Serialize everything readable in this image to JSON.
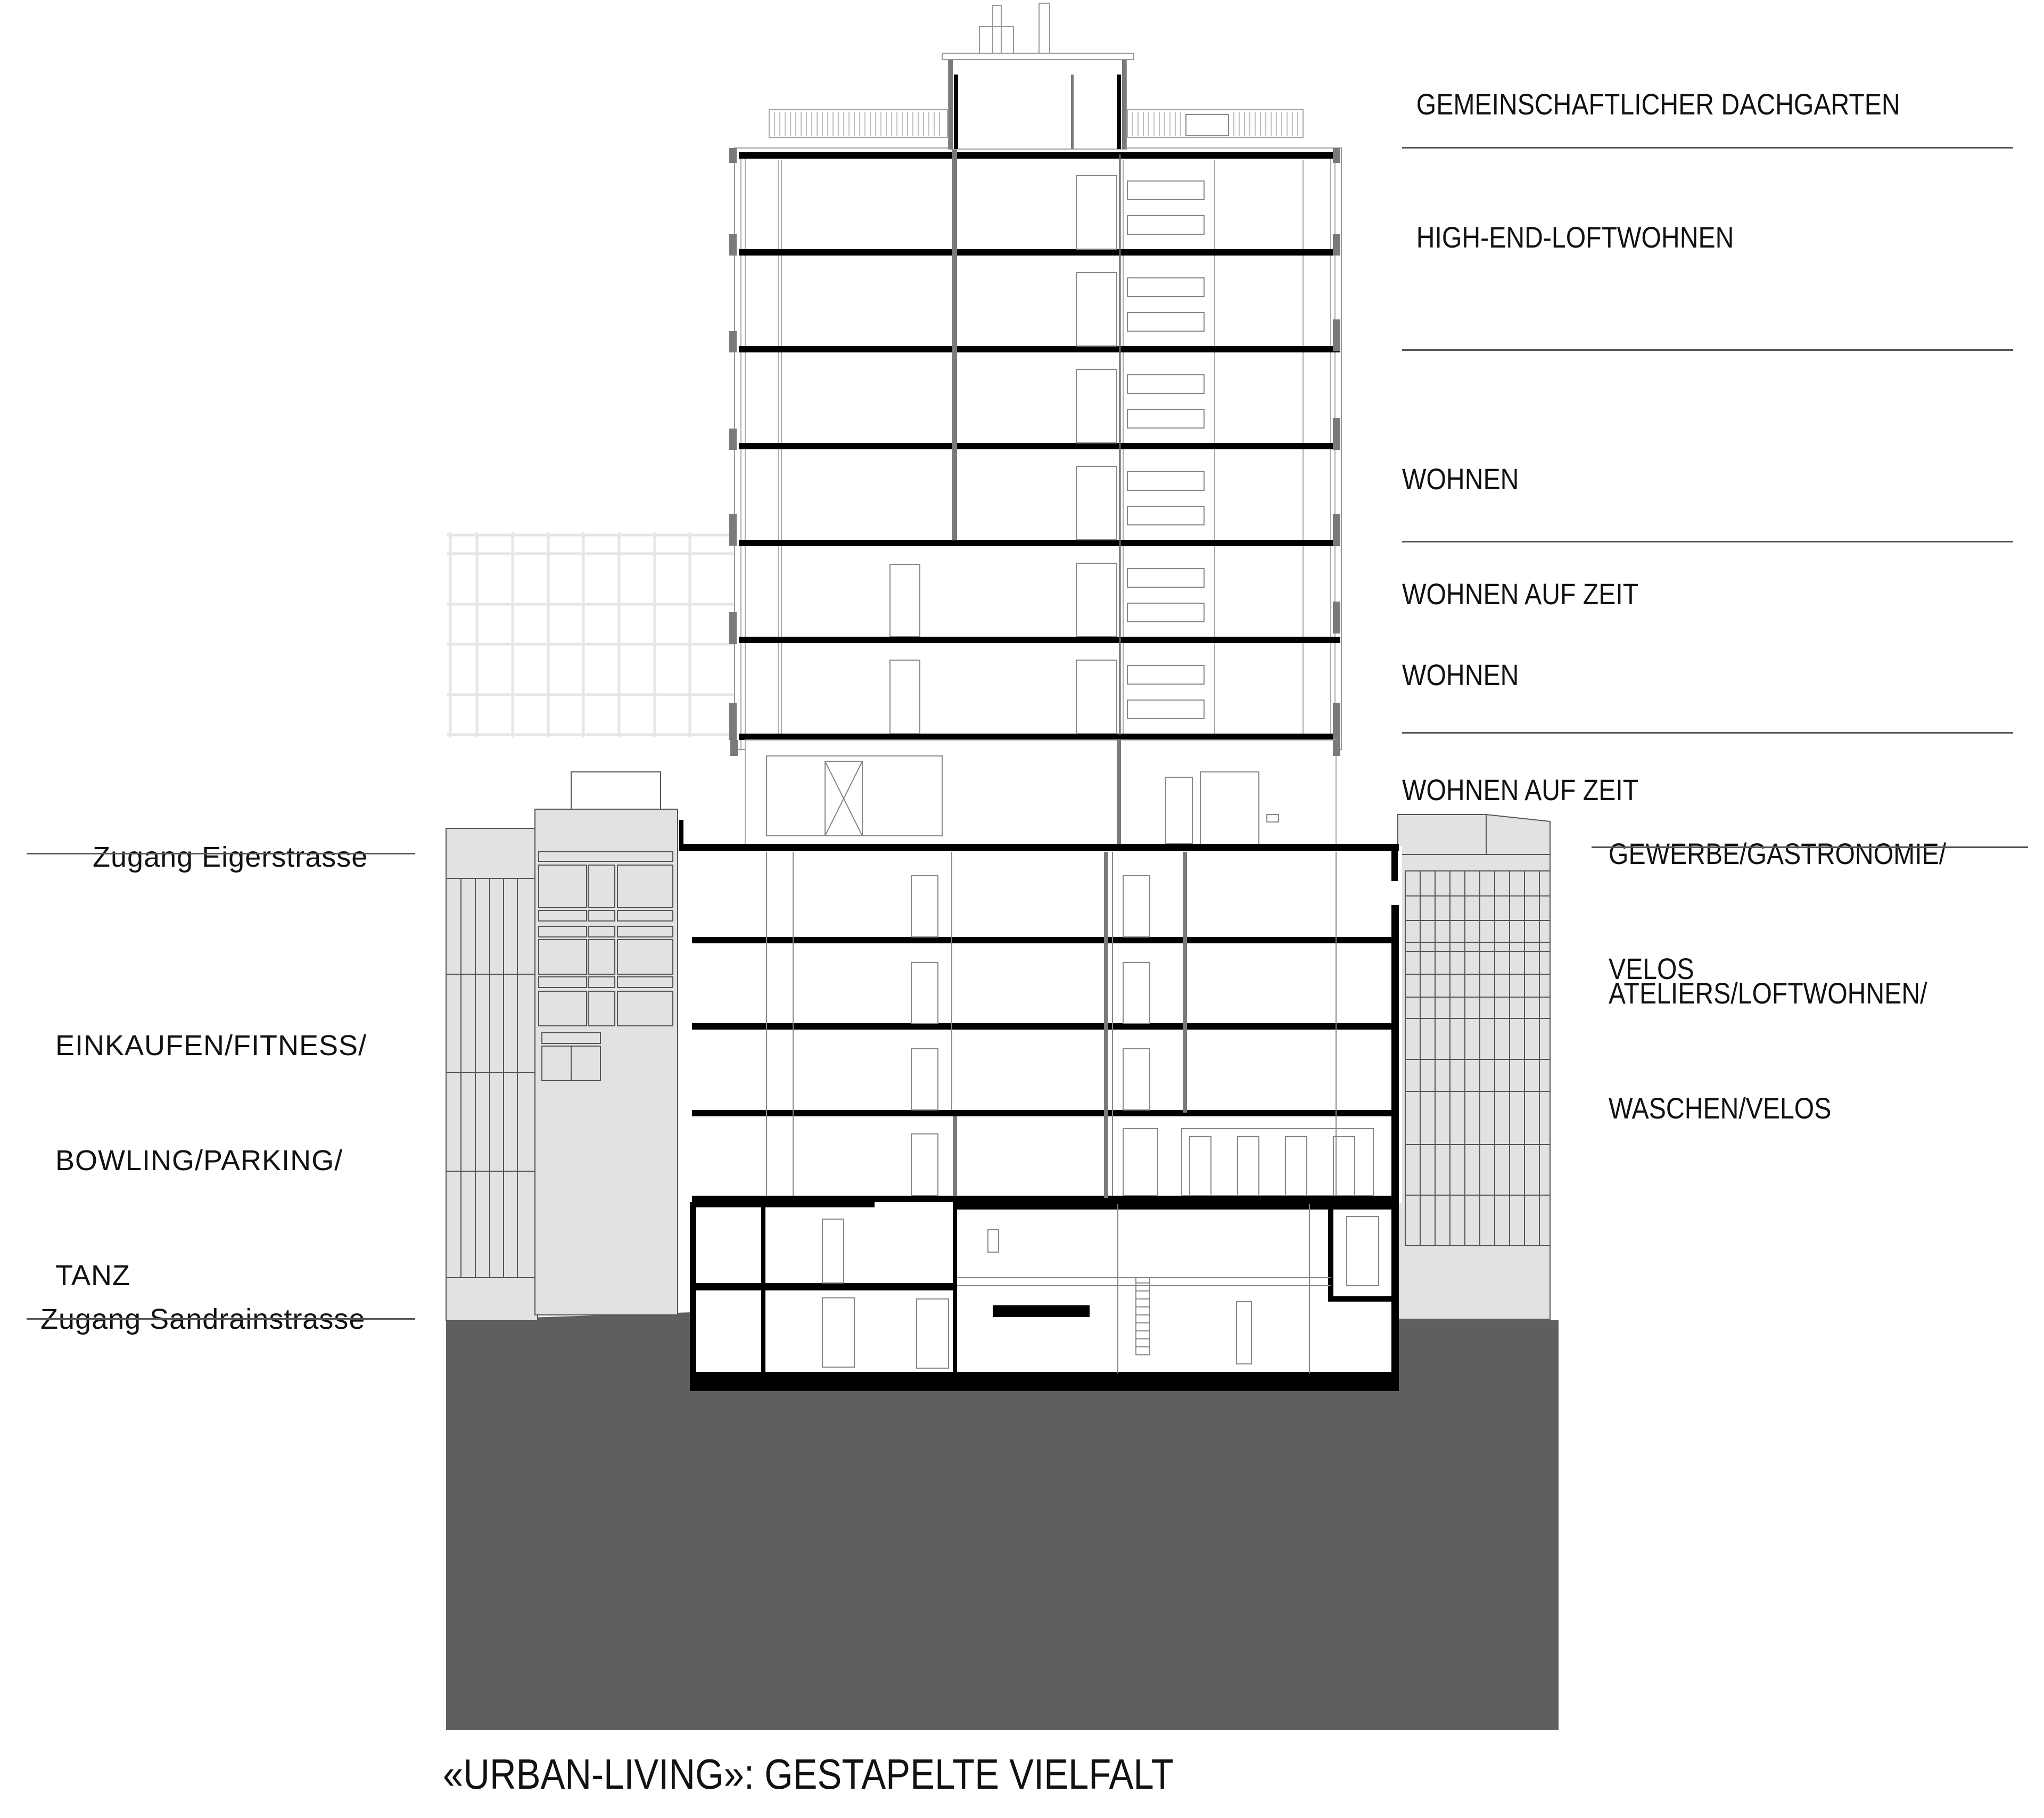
{
  "title": "«URBAN-LIVING»: GESTAPELTE VIELFALT",
  "right_labels": [
    {
      "id": "dachgarten",
      "lines": [
        "GEMEINSCHAFTLICHER DACHGARTEN"
      ]
    },
    {
      "id": "high-end",
      "lines": [
        "HIGH-END-LOFTWOHNEN"
      ]
    },
    {
      "id": "wohnen-1",
      "lines": [
        "WOHNEN",
        "WOHNEN AUF ZEIT"
      ]
    },
    {
      "id": "wohnen-2",
      "lines": [
        "WOHNEN",
        "WOHNEN AUF ZEIT"
      ]
    },
    {
      "id": "gewerbe",
      "lines": [
        "GEWERBE/GASTRONOMIE/",
        "VELOS"
      ]
    },
    {
      "id": "ateliers",
      "lines": [
        "ATELIERS/LOFTWOHNEN/",
        "WASCHEN/VELOS"
      ]
    }
  ],
  "left_labels": [
    {
      "id": "eigerstrasse",
      "lines": [
        "Zugang Eigerstrasse"
      ]
    },
    {
      "id": "einkaufen",
      "lines": [
        "EINKAUFEN/FITNESS/",
        "BOWLING/PARKING/",
        "TANZ"
      ]
    },
    {
      "id": "sandrainstrasse",
      "lines": [
        "Zugang Sandrainstrasse"
      ]
    }
  ],
  "colors": {
    "ground": "#5f5f5f",
    "slab": "#000000",
    "structure_gray": "#7a7a7a",
    "neighbour_fill": "#e2e2e2",
    "line": "#555555",
    "background": "#ffffff"
  },
  "building": {
    "tower_floors": 7,
    "podium_floors": 4,
    "basement_levels": 2
  }
}
